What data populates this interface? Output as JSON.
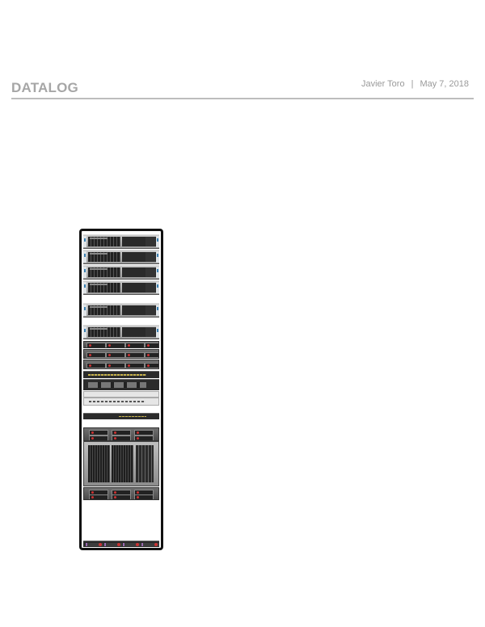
{
  "header": {
    "title": "DATALOG",
    "author": "Javier Toro",
    "separator": "|",
    "date": "May 7, 2018"
  },
  "diagram": {
    "type": "server-rack-elevation",
    "units": [
      {
        "kind": "1U server",
        "count": 4
      },
      {
        "kind": "blank",
        "count": 1
      },
      {
        "kind": "1U server",
        "count": 2
      },
      {
        "kind": "storage / drive server",
        "count": 2
      },
      {
        "kind": "network switch",
        "count": 4
      },
      {
        "kind": "1U switch",
        "count": 1
      },
      {
        "kind": "drive enclosure",
        "count": 1
      },
      {
        "kind": "large storage server",
        "count": 1
      },
      {
        "kind": "drive enclosure",
        "count": 1
      },
      {
        "kind": "empty space",
        "count": 1
      },
      {
        "kind": "PDU",
        "count": 1
      }
    ]
  }
}
